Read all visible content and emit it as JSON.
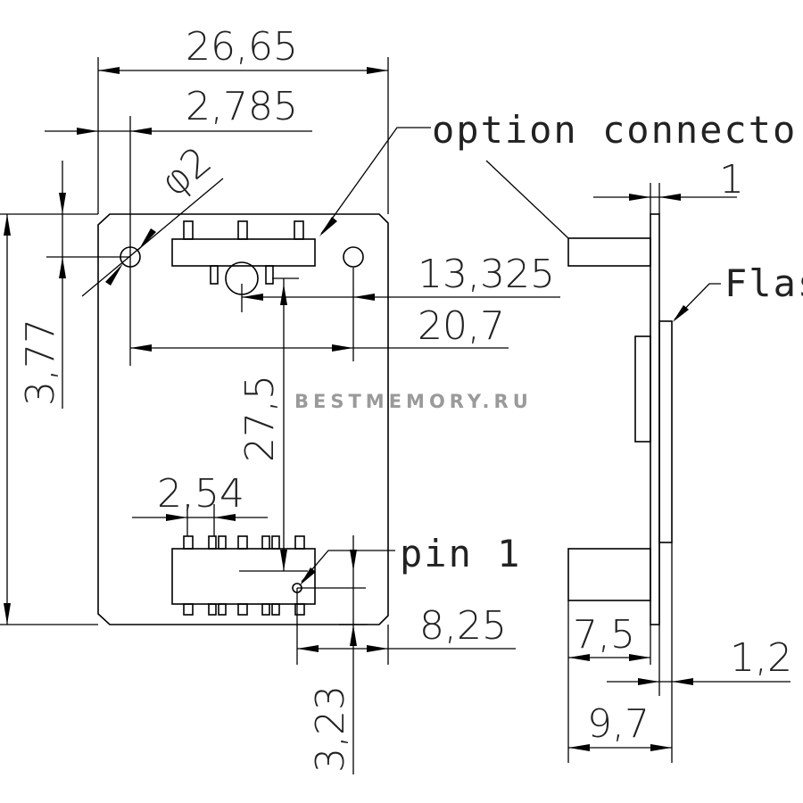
{
  "dimensions": {
    "overall_width": "26,65",
    "hole_offset": "2,785",
    "hole_diameter": "φ2",
    "hole_to_connector": "13,325",
    "hole_to_hole": "20,7",
    "height": "3,77",
    "connector_to_pin1": "27,5",
    "pin_pitch": "2,54",
    "pin1_from_edge": "8,25",
    "pin1_from_bottom": "3,23",
    "board_thickness": "1",
    "component_depth": "7,5",
    "flash_thickness": "1,2",
    "total_depth": "9,7"
  },
  "labels": {
    "option_connector": "option connecto",
    "pin1": "pin 1",
    "flash": "Flas"
  },
  "watermark": "BESTMEMORY.RU"
}
